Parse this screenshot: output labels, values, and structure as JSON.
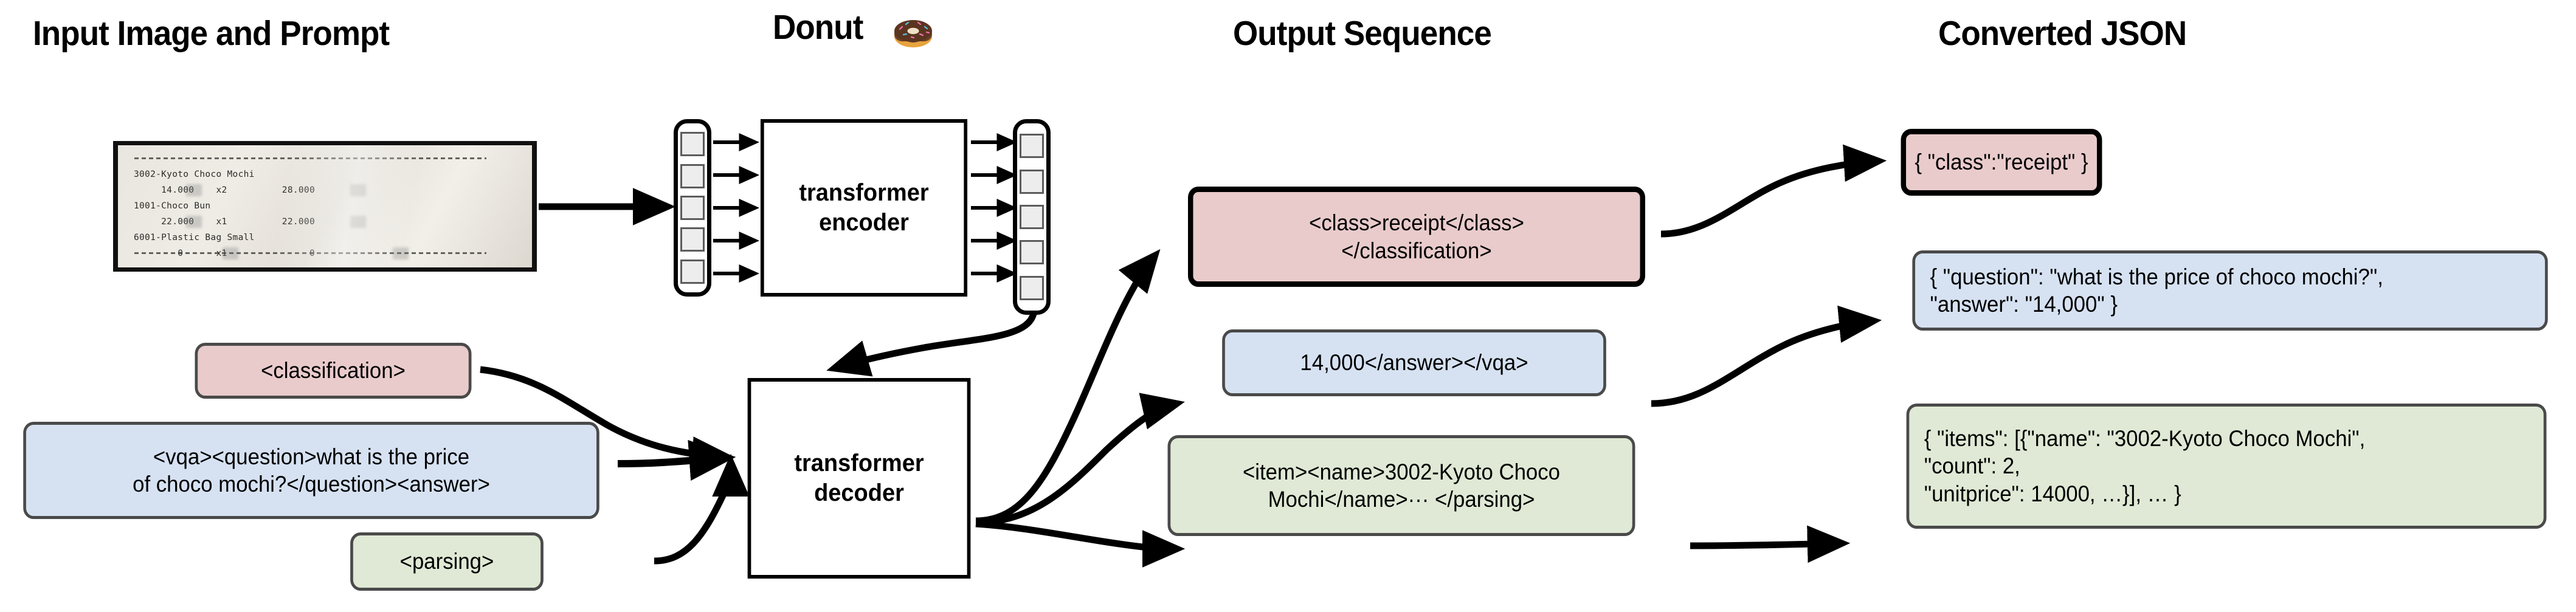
{
  "headers": {
    "input": "Input Image and Prompt",
    "model": "Donut",
    "output": "Output Sequence",
    "json": "Converted JSON"
  },
  "icons": {
    "donut": "donut-emoji"
  },
  "receipt": {
    "lines": [
      "3002-Kyoto Choco Mochi",
      "     14.000    x2          28.000",
      "1001-Choco Bun",
      "     22.000    x1          22.000",
      "6001-Plastic Bag Small",
      "        0      x1               0"
    ],
    "items": [
      {
        "name": "3002-Kyoto Choco Mochi",
        "unitprice": "14.000",
        "count": "x2",
        "price": "28.000"
      },
      {
        "name": "1001-Choco Bun",
        "unitprice": "22.000",
        "count": "x1",
        "price": "22.000"
      },
      {
        "name": "6001-Plastic Bag Small",
        "unitprice": "0",
        "count": "x1",
        "price": "0"
      }
    ]
  },
  "model": {
    "encoder": "transformer\nencoder",
    "decoder": "transformer\ndecoder",
    "token_count": 5
  },
  "prompts": [
    {
      "id": "classification",
      "text": "<classification>",
      "color": "#e9cbcb"
    },
    {
      "id": "vqa",
      "text": "<vqa><question>what is the price\nof choco mochi?</question><answer>",
      "color": "#d6e2f2"
    },
    {
      "id": "parsing",
      "text": "<parsing>",
      "color": "#dfe9d5"
    }
  ],
  "outputs": [
    {
      "id": "classification",
      "text": "<class>receipt</class>\n</classification>",
      "color": "#e9cbcb"
    },
    {
      "id": "vqa",
      "text": "14,000</answer></vqa>",
      "color": "#d6e2f2"
    },
    {
      "id": "parsing",
      "text": "<item><name>3002-Kyoto Choco\nMochi</name>··· </parsing>",
      "color": "#dfe9d5"
    }
  ],
  "converted": [
    {
      "id": "classification",
      "text": "{ \"class\":\"receipt\" }",
      "color": "#e9cbcb"
    },
    {
      "id": "vqa",
      "text": "{ \"question\": \"what is the price of choco mochi?\",\n   \"answer\": \"14,000\" }",
      "color": "#d6e2f2"
    },
    {
      "id": "parsing",
      "text": "{ \"items\": [{\"name\": \"3002-Kyoto Choco Mochi\",\n     \"count\": 2,\n     \"unitprice\": 14000, …}], … }",
      "color": "#dfe9d5"
    }
  ],
  "colors": {
    "pink": "#e9cbcb",
    "blue": "#d6e2f2",
    "green": "#dfe9d5",
    "token_fill": "#ededed",
    "token_border": "#5c5c5c",
    "stroke": "#000000"
  }
}
